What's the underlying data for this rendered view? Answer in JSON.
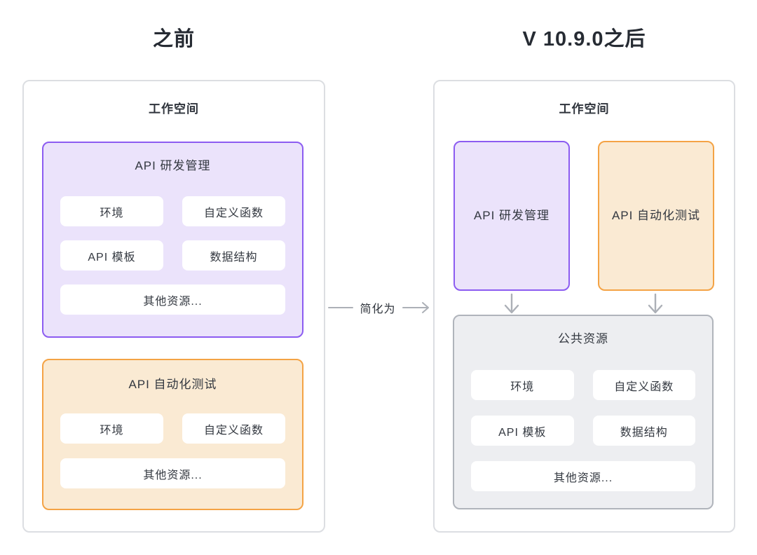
{
  "left_panel": {
    "title": "之前",
    "workspace_label": "工作空间",
    "api_dev_box": {
      "label": "API 研发管理",
      "chips": [
        "环境",
        "自定义函数",
        "API 模板",
        "数据结构",
        "其他资源..."
      ]
    },
    "api_test_box": {
      "label": "API 自动化测试",
      "chips": [
        "环境",
        "自定义函数",
        "其他资源..."
      ]
    }
  },
  "connector": {
    "label": "简化为"
  },
  "right_panel": {
    "title": "V 10.9.0之后",
    "workspace_label": "工作空间",
    "api_dev_box": {
      "label": "API 研发管理"
    },
    "api_test_box": {
      "label": "API 自动化测试"
    },
    "shared_box": {
      "label": "公共资源",
      "chips": [
        "环境",
        "自定义函数",
        "API 模板",
        "数据结构",
        "其他资源..."
      ]
    }
  },
  "colors": {
    "purple_border": "#8c5cf1",
    "purple_fill": "#ebe3fb",
    "orange_border": "#f4a345",
    "orange_fill": "#faead3",
    "gray_border": "#b0b4bb",
    "gray_fill": "#edeef1",
    "outer_border": "#dcdee2",
    "arrow_gray": "#acb0b7",
    "title_text": "#262b33",
    "body_text": "#333840"
  }
}
